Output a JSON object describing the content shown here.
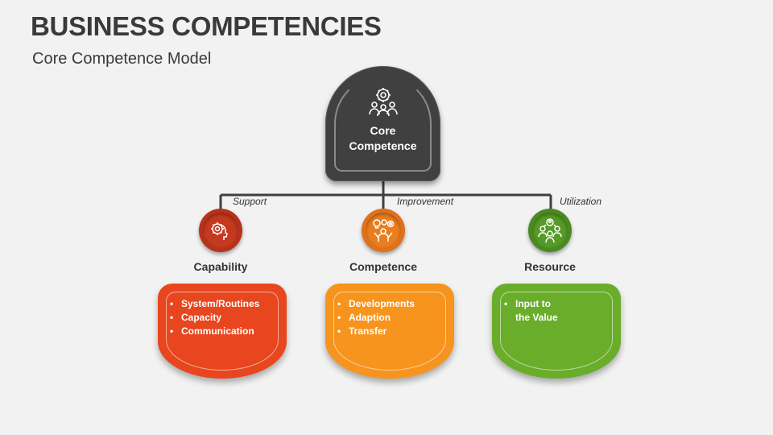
{
  "header": {
    "title": "BUSINESS COMPETENCIES",
    "subtitle": "Core Competence Model"
  },
  "core": {
    "label": "Core\nCompetence",
    "icon": "team-gear-icon",
    "color": "#404040"
  },
  "connector_labels": [
    "Support",
    "Improvement",
    "Utilization"
  ],
  "categories": [
    {
      "name": "Capability",
      "icon": "head-gear-icon",
      "color": "#e8461e",
      "circle_color": "#b8311a",
      "items": [
        "System/Routines",
        "Capacity",
        "Communication"
      ]
    },
    {
      "name": "Competence",
      "icon": "person-ideas-icon",
      "color": "#f7941d",
      "circle_color": "#e0701a",
      "items": [
        "Developments",
        "Adaption",
        "Transfer"
      ]
    },
    {
      "name": "Resource",
      "icon": "people-network-icon",
      "color": "#6aad2b",
      "circle_color": "#4a8a22",
      "items": [
        "Input to\nthe Value"
      ]
    }
  ]
}
